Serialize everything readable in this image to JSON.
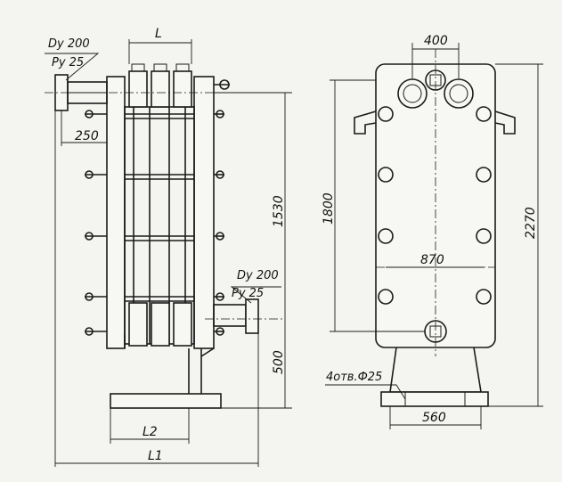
{
  "labels": {
    "dy_top": "Dy 200",
    "py_top": "Py 25",
    "dim_L": "L",
    "dim_250": "250",
    "dim_1530": "1530",
    "dy_bottom": "Dy 200",
    "py_bottom": "Py 25",
    "dim_500": "500",
    "dim_L2": "L2",
    "dim_L1": "L1",
    "dim_400": "400",
    "dim_1800": "1800",
    "dim_2270": "2270",
    "dim_870": "870",
    "holes_note": "4отв.Ф25",
    "dim_560": "560"
  }
}
